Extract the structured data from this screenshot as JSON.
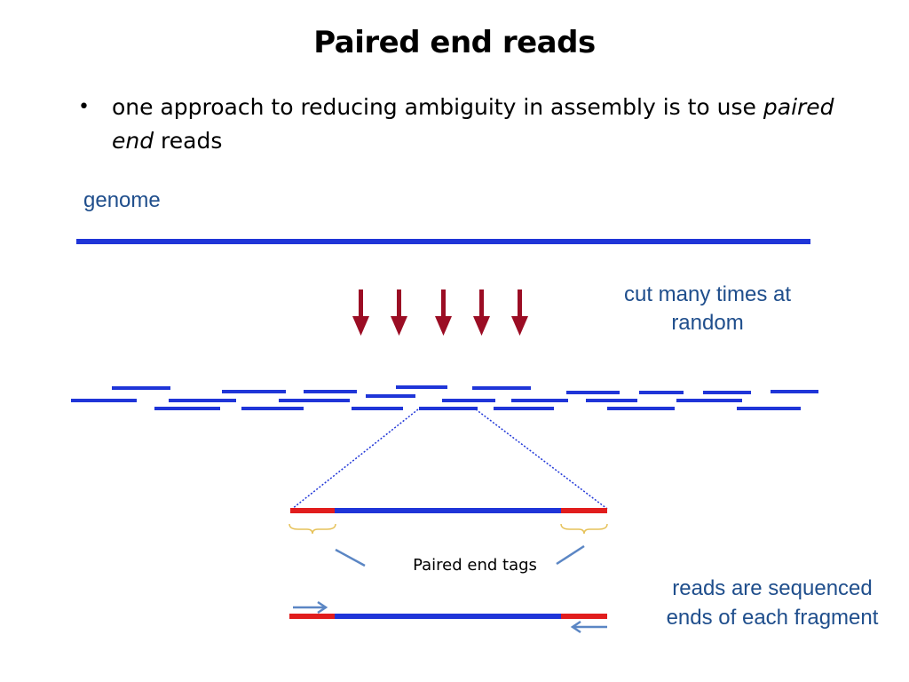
{
  "slide": {
    "title": "Paired end reads",
    "bullet_symbol": "•",
    "bullet_text_before": "one approach to reducing ambiguity in assembly is to use ",
    "bullet_text_emph": "paired end",
    "bullet_text_after": " reads"
  },
  "diagram": {
    "genome_label": "genome",
    "cut_label": "cut many times at random",
    "tags_label": "Paired end tags",
    "reads_label_line1": "reads are sequenced",
    "reads_label_line2": "ends of each fragment"
  },
  "colors": {
    "genome_blue": "#1f35d8",
    "cut_arrow": "#9b0d24",
    "tag_red": "#e11d1d",
    "label_blue": "#1f4e8c",
    "read_arrow": "#5b86c4",
    "brace": "#e6c25a"
  }
}
